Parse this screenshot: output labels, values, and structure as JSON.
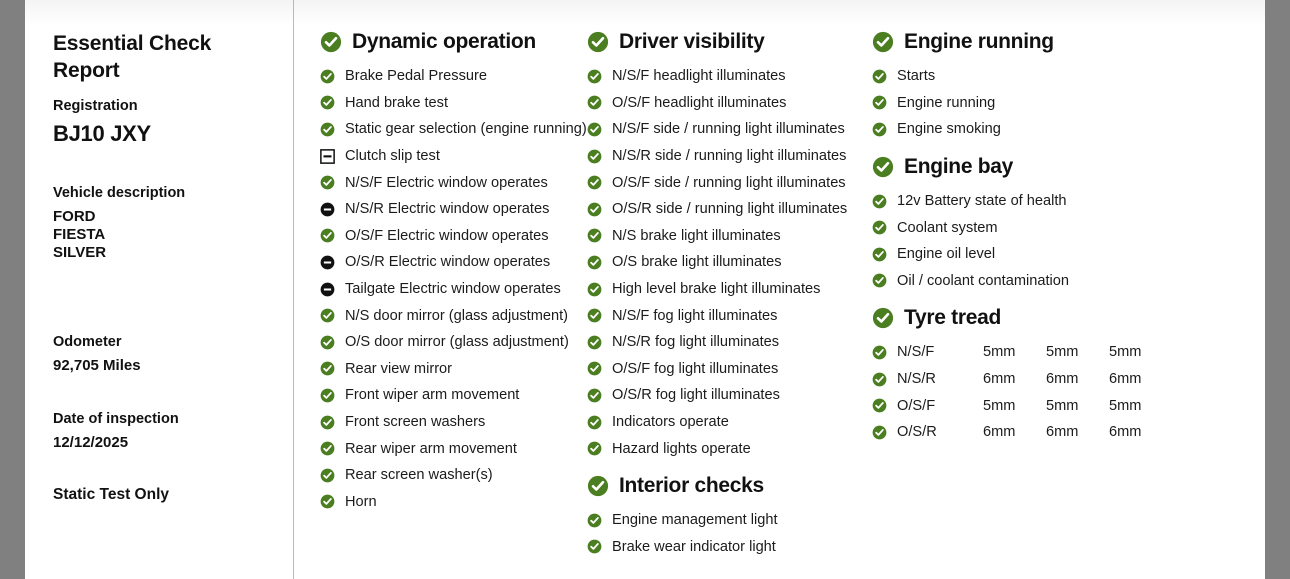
{
  "colors": {
    "page_background": "#ffffff",
    "outer_background": "#808080",
    "pass_green": "#4b7d21",
    "not_applicable_black": "#111111",
    "divider_grey": "#b9b9b9",
    "text": "#1b1b1b"
  },
  "sidebar": {
    "title": "Essential Check Report",
    "registration_label": "Registration",
    "registration_value": "BJ10 JXY",
    "vehicle_description_label": "Vehicle description",
    "vehicle_description_lines": [
      "FORD",
      "FIESTA",
      "SILVER"
    ],
    "odometer_label": "Odometer",
    "odometer_value": "92,705 Miles",
    "date_label": "Date of inspection",
    "date_value": "12/12/2025",
    "static_note": "Static Test Only"
  },
  "status_icons": {
    "pass": "check-circle-icon",
    "not_tested": "square-minus-icon",
    "not_applicable": "circle-minus-icon"
  },
  "columns": [
    {
      "sections": [
        {
          "title": "Dynamic operation",
          "status": "pass",
          "items": [
            {
              "label": "Brake Pedal Pressure",
              "status": "pass"
            },
            {
              "label": "Hand brake test",
              "status": "pass"
            },
            {
              "label": "Static gear selection (engine running)",
              "status": "pass"
            },
            {
              "label": "Clutch slip test",
              "status": "not_tested"
            },
            {
              "label": "N/S/F Electric window operates",
              "status": "pass"
            },
            {
              "label": "N/S/R Electric window operates",
              "status": "not_applicable"
            },
            {
              "label": "O/S/F Electric window operates",
              "status": "pass"
            },
            {
              "label": "O/S/R Electric window operates",
              "status": "not_applicable"
            },
            {
              "label": "Tailgate Electric window operates",
              "status": "not_applicable"
            },
            {
              "label": "N/S door mirror (glass adjustment)",
              "status": "pass"
            },
            {
              "label": "O/S door mirror (glass adjustment)",
              "status": "pass"
            },
            {
              "label": "Rear view mirror",
              "status": "pass"
            },
            {
              "label": "Front wiper arm movement",
              "status": "pass"
            },
            {
              "label": "Front screen washers",
              "status": "pass"
            },
            {
              "label": "Rear wiper arm movement",
              "status": "pass"
            },
            {
              "label": "Rear screen washer(s)",
              "status": "pass"
            },
            {
              "label": "Horn",
              "status": "pass"
            }
          ]
        }
      ]
    },
    {
      "sections": [
        {
          "title": "Driver visibility",
          "status": "pass",
          "items": [
            {
              "label": "N/S/F headlight illuminates",
              "status": "pass"
            },
            {
              "label": "O/S/F headlight illuminates",
              "status": "pass"
            },
            {
              "label": "N/S/F side / running light illuminates",
              "status": "pass"
            },
            {
              "label": "N/S/R side / running light illuminates",
              "status": "pass"
            },
            {
              "label": "O/S/F side / running light illuminates",
              "status": "pass"
            },
            {
              "label": "O/S/R side / running light illuminates",
              "status": "pass"
            },
            {
              "label": "N/S brake light illuminates",
              "status": "pass"
            },
            {
              "label": "O/S brake light illuminates",
              "status": "pass"
            },
            {
              "label": "High level brake light illuminates",
              "status": "pass"
            },
            {
              "label": "N/S/F fog light illuminates",
              "status": "pass"
            },
            {
              "label": "N/S/R fog light illuminates",
              "status": "pass"
            },
            {
              "label": "O/S/F fog light illuminates",
              "status": "pass"
            },
            {
              "label": "O/S/R fog light illuminates",
              "status": "pass"
            },
            {
              "label": "Indicators operate",
              "status": "pass"
            },
            {
              "label": "Hazard lights operate",
              "status": "pass"
            }
          ]
        },
        {
          "title": "Interior checks",
          "status": "pass",
          "items": [
            {
              "label": "Engine management light",
              "status": "pass"
            },
            {
              "label": "Brake wear indicator light",
              "status": "pass"
            }
          ]
        }
      ]
    },
    {
      "sections": [
        {
          "title": "Engine running",
          "status": "pass",
          "items": [
            {
              "label": "Starts",
              "status": "pass"
            },
            {
              "label": "Engine running",
              "status": "pass"
            },
            {
              "label": "Engine smoking",
              "status": "pass"
            }
          ]
        },
        {
          "title": "Engine bay",
          "status": "pass",
          "items": [
            {
              "label": "12v Battery state of health",
              "status": "pass"
            },
            {
              "label": "Coolant system",
              "status": "pass"
            },
            {
              "label": "Engine oil level",
              "status": "pass"
            },
            {
              "label": "Oil / coolant contamination",
              "status": "pass"
            }
          ]
        },
        {
          "title": "Tyre tread",
          "status": "pass",
          "tyre_rows": [
            {
              "position": "N/S/F",
              "status": "pass",
              "depths": [
                "5mm",
                "5mm",
                "5mm"
              ]
            },
            {
              "position": "N/S/R",
              "status": "pass",
              "depths": [
                "6mm",
                "6mm",
                "6mm"
              ]
            },
            {
              "position": "O/S/F",
              "status": "pass",
              "depths": [
                "5mm",
                "5mm",
                "5mm"
              ]
            },
            {
              "position": "O/S/R",
              "status": "pass",
              "depths": [
                "6mm",
                "6mm",
                "6mm"
              ]
            }
          ]
        }
      ]
    }
  ]
}
